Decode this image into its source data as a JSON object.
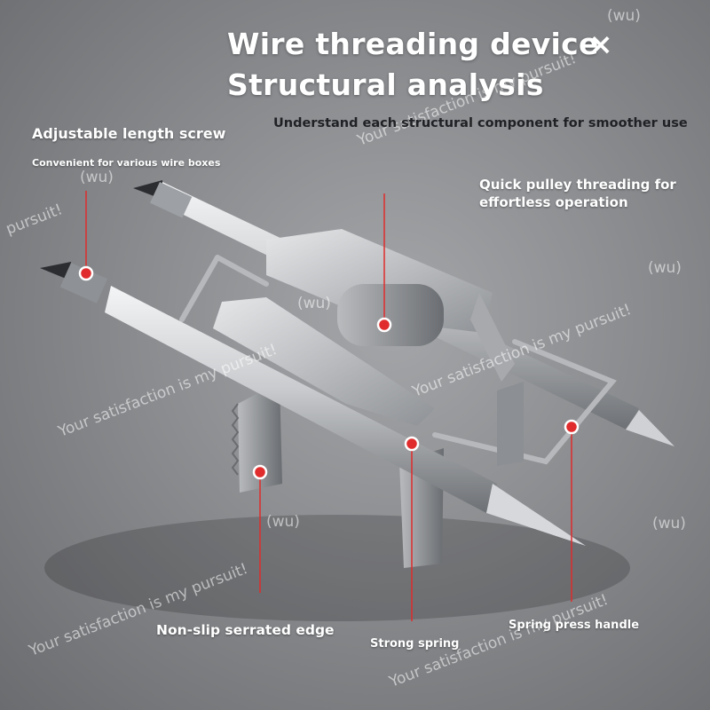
{
  "title": {
    "line1": "Wire threading device",
    "line2": "Structural analysis",
    "close_mark": "×",
    "subtitle": "Understand each structural component for smoother use"
  },
  "labels": {
    "adjustable": "Adjustable length screw",
    "adjustable_sub": "Convenient for various wire boxes",
    "pulley": "Quick pulley threading for effortless operation",
    "serrated": "Non-slip serrated edge",
    "spring": "Strong spring",
    "press_handle": "Spring press handle"
  },
  "watermark": {
    "text": "Your satisfaction is my pursuit!",
    "short": "pursuit!",
    "tag": "(wu)"
  },
  "colors": {
    "background": "#8a8c8f",
    "marker": "#e02c2c",
    "text": "#ffffff",
    "subtitle": "#1f2124"
  }
}
